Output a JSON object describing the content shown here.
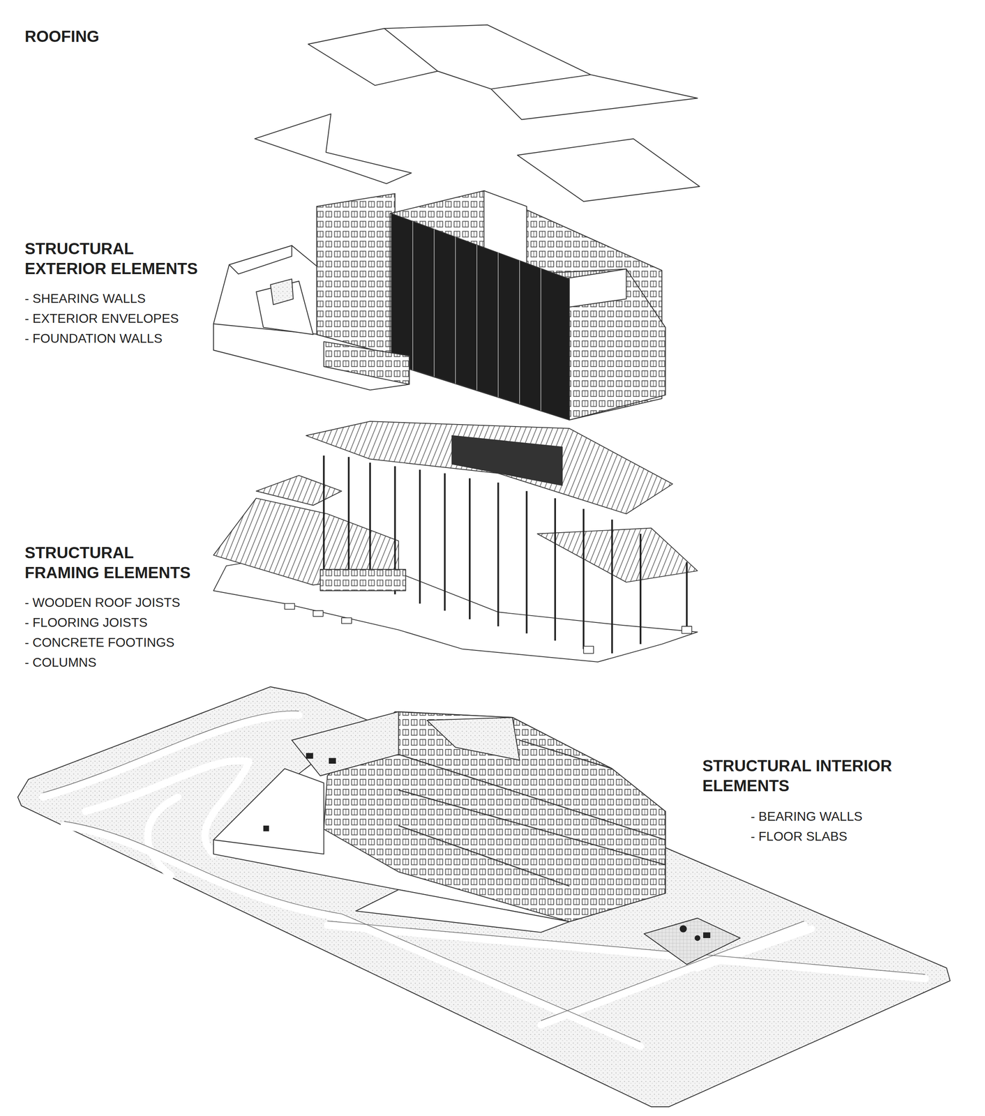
{
  "diagram": {
    "labels": [
      "ROOFING",
      "STRUCTURAL EXTERIOR ELEMENTS",
      "- SHEARING WALLS",
      "- EXTERIOR ENVELOPES",
      "- FOUNDATION WALLS",
      "STRUCTURAL FRAMING ELEMENTS",
      "- WOODEN ROOF JOISTS",
      "- FLOORING JOISTS",
      "- CONCRETE FOOTINGS",
      "- COLUMNS",
      "STRUCTURAL INTERIOR ELEMENTS",
      "- BEARING WALLS",
      "- FLOOR SLABS"
    ]
  }
}
